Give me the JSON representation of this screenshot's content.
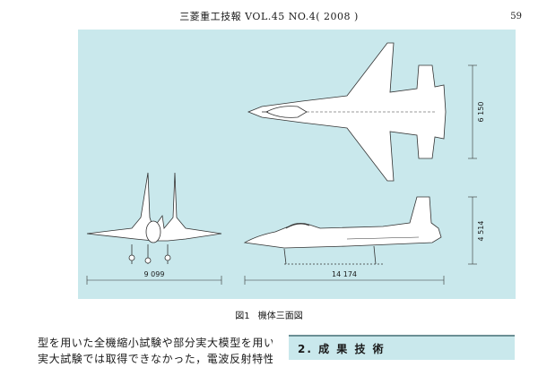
{
  "header": {
    "journal": "三菱重工技報 VOL.45 NO.4( 2008 )",
    "page_number": "59"
  },
  "figure": {
    "label": "図1",
    "title": "機体三面図",
    "dimensions": {
      "span": "9 099",
      "length": "14 174",
      "height": "4 514",
      "width": "6 150"
    }
  },
  "body": {
    "col1_line1": "型を用いた全機縮小試験や部分実大模型を用いた部分",
    "col1_line2": "実大試験では取得できなかった，電波反射特性に関す",
    "section_heading": "2. 成 果 技 術"
  }
}
